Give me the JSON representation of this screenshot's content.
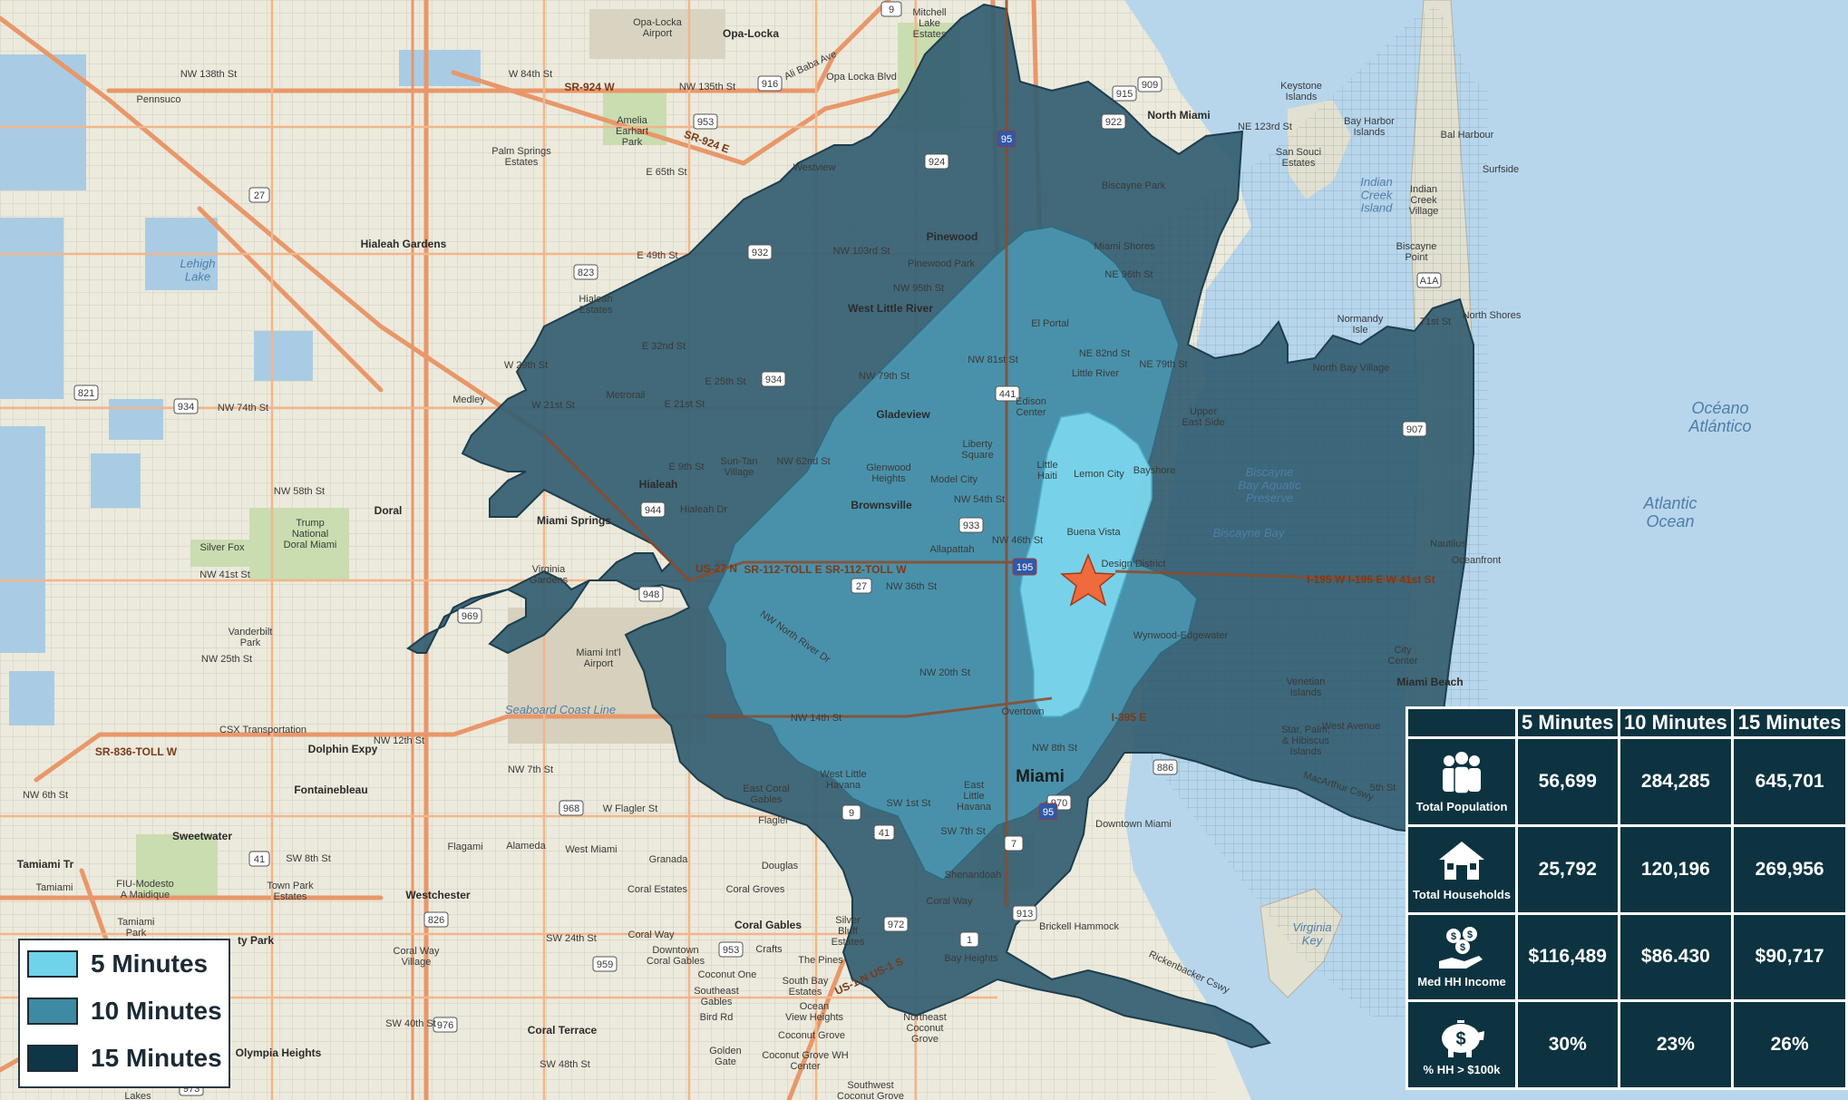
{
  "map": {
    "star_color": "#ef6a3c",
    "labels": {
      "opa_locka_airport": "Opa-Locka\nAirport",
      "opa_locka": "Opa-Locka",
      "mitchell_lake": "Mitchell\nLake\nEstates",
      "ali_baba": "Ali Baba Ave",
      "opa_locka_blvd": "Opa Locka Blvd",
      "nw_138": "NW 138th St",
      "w_84": "W 84th St",
      "sr924w": "SR-924 W",
      "nw_135": "NW 135th St",
      "pennsuco": "Pennsuco",
      "amelia": "Amelia\nEarhart\nPark",
      "sr924e": "SR-924 E",
      "keystone": "Keystone\nIslands",
      "north_miami": "North Miami",
      "ne_123": "NE 123rd St",
      "bay_harbor": "Bay Harbor\nIslands",
      "bal_harbour": "Bal Harbour",
      "san_souci": "San Souci\nEstates",
      "surfside": "Surfside",
      "indian_creek": "Indian\nCreek\nIsland",
      "indian_creek_village": "Indian\nCreek\nVillage",
      "palm_springs": "Palm Springs\nEstates",
      "e_65": "E 65th St",
      "westview": "Westview",
      "biscayne_park": "Biscayne Park",
      "hialeah_gardens": "Hialeah Gardens",
      "pinewood": "Pinewood",
      "pinewood_park": "Pinewood Park",
      "nw_103": "NW 103rd St",
      "miami_shores": "Miami Shores",
      "ne_96": "NE 96th St",
      "biscayne_point": "Biscayne\nPoint",
      "lehigh": "Lehigh\nLake",
      "e_49": "E 49th St",
      "nw_95": "NW 95th St",
      "west_little_river": "West Little River",
      "hialeah_estates": "Hialeah\nEstates",
      "el_portal": "El Portal",
      "normandy": "Normandy\nIsle",
      "w_71": "71st St",
      "north_shores": "North Shores",
      "e_32": "E 32nd St",
      "nw_81": "NW 81st St",
      "ne_82": "NE 82nd St",
      "ne_79": "NE 79th St",
      "north_bay_village": "North Bay Village",
      "w_29": "W 29th St",
      "e_25": "E 25th St",
      "nw_79": "NW 79th St",
      "little_river": "Little River",
      "metrorail": "Metrorail",
      "w_21": "W 21st St",
      "medley": "Medley",
      "nw_74": "NW 74th St",
      "e_21": "E 21st St",
      "gladeview": "Gladeview",
      "edison": "Edison\nCenter",
      "upper_east": "Upper\nEast Side",
      "oceano": "Océano\nAtlántico",
      "liberty": "Liberty\nSquare",
      "sun_tan": "Sun-Tan\nVillage",
      "nw_62": "NW 62nd St",
      "little_haiti": "Little\nHaiti",
      "lemon_city": "Lemon City",
      "bayshore": "Bayshore",
      "biscayne_aquatic": "Biscayne\nBay Aquatic\nPreserve",
      "e_9": "E 9th St",
      "glenwood": "Glenwood\nHeights",
      "model_city": "Model City",
      "hialeah": "Hialeah",
      "nw_58": "NW 58th St",
      "doral": "Doral",
      "brownsville": "Brownsville",
      "nw_54": "NW 54th St",
      "atlantic_ocean": "Atlantic\nOcean",
      "miami_springs": "Miami Springs",
      "hialeah_dr": "Hialeah Dr",
      "trump": "Trump\nNational\nDoral Miami",
      "buena_vista": "Buena Vista",
      "biscayne_bay": "Biscayne Bay",
      "silver_fox": "Silver Fox",
      "allapattah": "Allapattah",
      "nw_46": "NW 46th St",
      "design_district": "Design District",
      "nautilus": "Nautilus",
      "nw_41": "NW 41st St",
      "virginia_gardens": "Virginia\nGardens",
      "sr112": "SR-112-TOLL E   SR-112-TOLL W",
      "us27n": "US-27 N",
      "nw_36": "NW 36th St",
      "i195": "I-195 W    I-195 E   W 41st St",
      "oceanfront": "Oceanfront",
      "vanderbilt": "Vanderbilt\nPark",
      "miami_intl": "Miami Int'l\nAirport",
      "nw_north_river": "NW North River Dr",
      "wynwood": "Wynwood-Edgewater",
      "nw_25": "NW 25th St",
      "city_center": "City\nCenter",
      "nw_20": "NW 20th St",
      "venetian": "Venetian\nIslands",
      "miami_beach": "Miami Beach",
      "seaboard": "Seaboard Coast Line",
      "nw_14": "NW 14th St",
      "overtown": "Overtown",
      "i395": "I-395 E",
      "csx": "CSX Transportation",
      "sr836": "SR-836-TOLL W",
      "dolphin": "Dolphin Expy",
      "nw_12": "NW 12th St",
      "star_island": "Star, Palm,\n& Hibiscus\nIslands",
      "west_avenue": "West Avenue",
      "nw_8": "NW 8th St",
      "nw_7": "NW 7th St",
      "fontainebleau": "Fontainebleau",
      "miami": "Miami",
      "macarthur": "MacArthur Cswy",
      "fifth_st": "5th St",
      "nw_6": "NW 6th St",
      "w_little_havana": "West Little\nHavana",
      "east_coral": "East Coral\nGables",
      "w_flagler": "W Flagler St",
      "flagler": "Flagler",
      "sw_1": "SW 1st St",
      "east_little_havana": "East\nLittle\nHavana",
      "downtown": "Downtown Miami",
      "sweetwater": "Sweetwater",
      "sw_8": "SW 8th St",
      "flagami": "Flagami",
      "alameda": "Alameda",
      "west_miami": "West Miami",
      "sw_7": "SW 7th St",
      "tamiami_tr": "Tamiami Tr",
      "tamiami": "Tamiami",
      "town_park": "Town Park\nEstates",
      "westchester": "Westchester",
      "granada": "Granada",
      "douglas": "Douglas",
      "shenandoah": "Shenandoah",
      "coral_estates": "Coral Estates",
      "coral_groves": "Coral Groves",
      "coral_way": "Coral Way",
      "fiu": "FIU-Modesto\nA Maidique",
      "tamiami_park": "Tamiami\nPark",
      "ty_park": "ty Park",
      "sw_24": "SW 24th St",
      "coral_way2": "Coral Way",
      "coral_gables": "Coral Gables",
      "silver_bluff": "Silver\nBluff\nEstates",
      "brickell": "Brickell Hammock",
      "rickenbacker": "Rickenbacker Cswy",
      "virginia_key": "Virginia\nKey",
      "coral_way_village": "Coral Way\nVillage",
      "downtown_cg": "Downtown\nCoral Gables",
      "crafts": "Crafts",
      "the_pines": "The Pines",
      "bay_heights": "Bay Heights",
      "coconut_one": "Coconut One",
      "southeast_gables": "Southeast\nGables",
      "south_bay": "South Bay\nEstates",
      "bird_rd": "Bird Rd",
      "ocean_view": "Ocean\nView Heights",
      "ne_coconut": "Northeast\nCoconut\nGrove",
      "sw_40": "SW 40th St",
      "coral_terrace": "Coral Terrace",
      "coconut_grove": "Coconut Grove",
      "olympia": "Olympia Heights",
      "golden_gate": "Golden\nGate",
      "coconut_grove_wh": "Coconut Grove WH\nCenter",
      "sw_48": "SW 48th St",
      "sw_coconut": "Southwest\nCoconut Grove",
      "lakes": "Lakes",
      "us1": "US-1 N   US-1 S"
    },
    "shields": [
      "9",
      "916",
      "953",
      "915",
      "909",
      "922",
      "924",
      "95",
      "27",
      "932",
      "823",
      "934",
      "441",
      "933",
      "944",
      "195",
      "948",
      "969",
      "27",
      "821",
      "934",
      "907",
      "886",
      "968",
      "9",
      "41",
      "970",
      "7",
      "95",
      "972",
      "1",
      "913",
      "953",
      "959",
      "826",
      "976",
      "973",
      "41",
      "A1A"
    ]
  },
  "legend": {
    "items": [
      {
        "label": "5 Minutes",
        "color": "#6fd3ea"
      },
      {
        "label": "10 Minutes",
        "color": "#3e8aa3"
      },
      {
        "label": "15 Minutes",
        "color": "#0f3646"
      }
    ]
  },
  "stats": {
    "columns": [
      "5 Minutes",
      "10 Minutes",
      "15 Minutes"
    ],
    "rows": [
      {
        "metric": "Total Population",
        "icon": "people-icon",
        "values": [
          "56,699",
          "284,285",
          "645,701"
        ]
      },
      {
        "metric": "Total Households",
        "icon": "house-icon",
        "values": [
          "25,792",
          "120,196",
          "269,956"
        ]
      },
      {
        "metric": "Med HH Income",
        "icon": "income-hand-icon",
        "values": [
          "$116,489",
          "$86.430",
          "$90,717"
        ]
      },
      {
        "metric": "% HH > $100k",
        "icon": "piggy-bank-icon",
        "values": [
          "30%",
          "23%",
          "26%"
        ]
      }
    ]
  }
}
